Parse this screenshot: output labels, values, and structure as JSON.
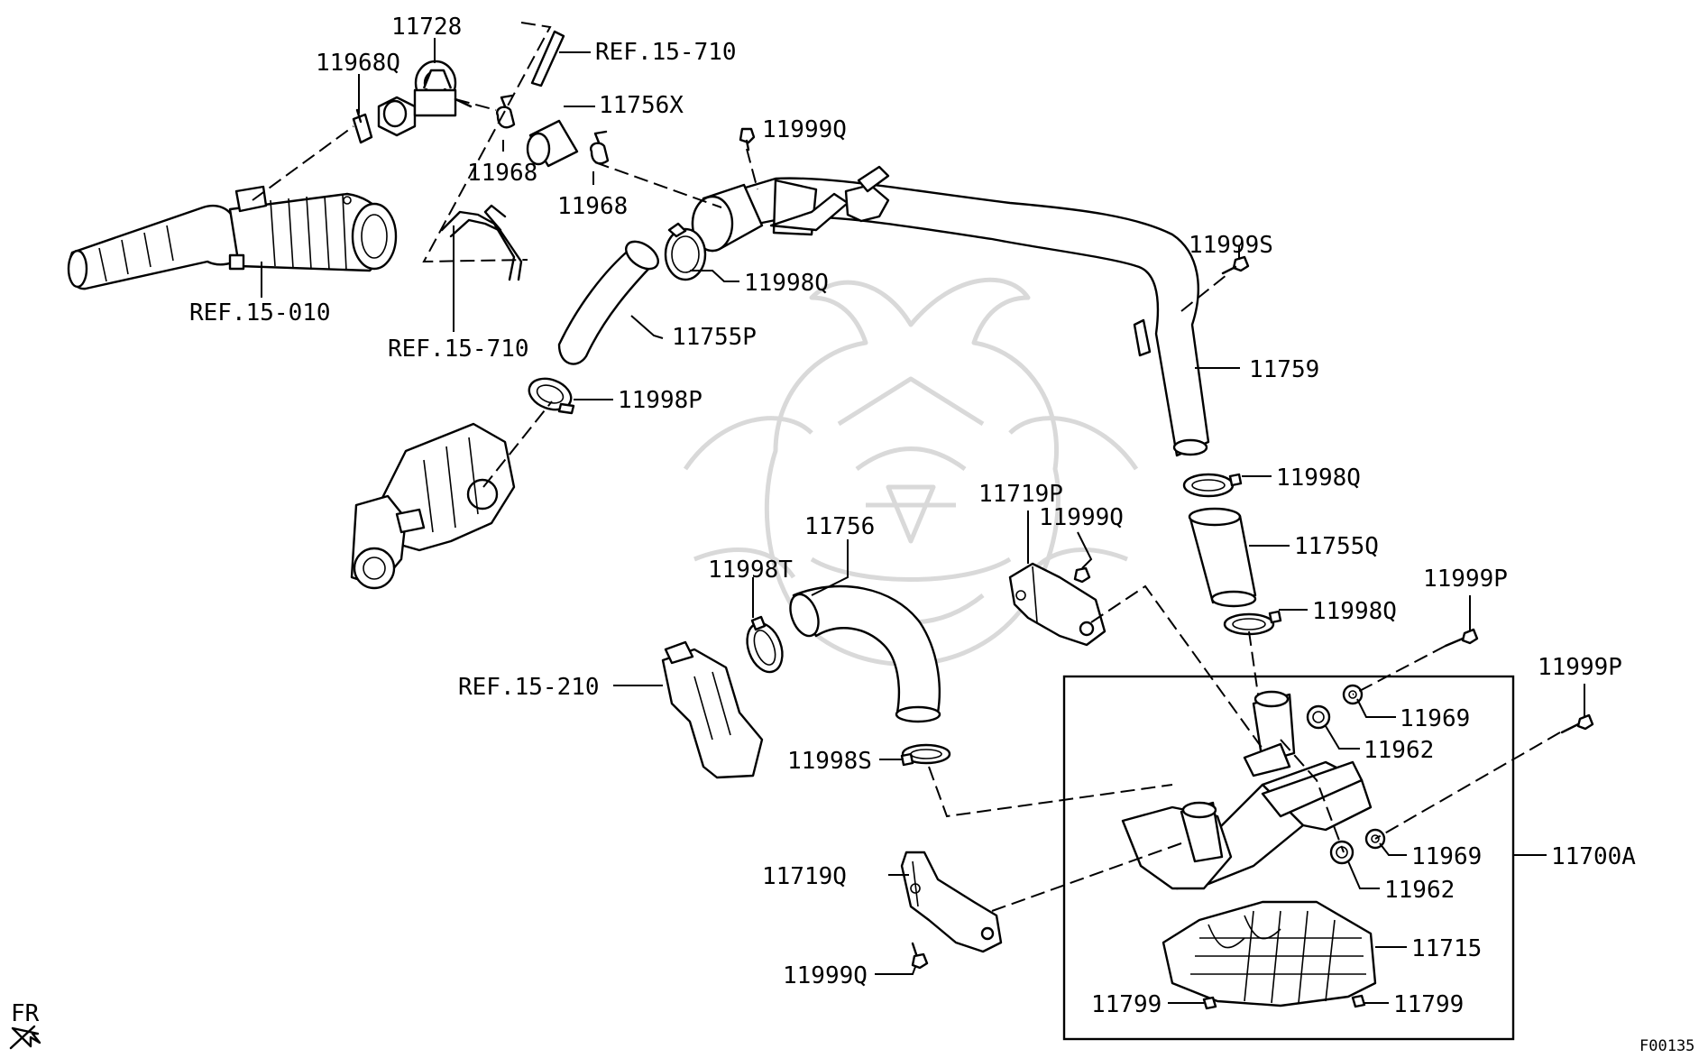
{
  "labels": {
    "p11728": "11728",
    "p11968Q": "11968Q",
    "ref15710_top": "REF.15-710",
    "p11756X": "11756X",
    "p11999Q_top": "11999Q",
    "p11968_a": "11968",
    "p11968_b": "11968",
    "ref15010": "REF.15-010",
    "ref15710_mid": "REF.15-710",
    "p11998Q_top": "11998Q",
    "p11999S": "11999S",
    "p11755P": "11755P",
    "p11759": "11759",
    "p11998P": "11998P",
    "p11998Q_mid": "11998Q",
    "p11719P": "11719P",
    "p11999Q_mid": "11999Q",
    "p11756": "11756",
    "p11755Q": "11755Q",
    "p11998T": "11998T",
    "p11999P_a": "11999P",
    "p11998Q_low": "11998Q",
    "ref15210": "REF.15-210",
    "p11999P_b": "11999P",
    "p11969_a": "11969",
    "p11962_a": "11962",
    "p11998S": "11998S",
    "p11719Q": "11719Q",
    "p11969_b": "11969",
    "p11700A": "11700A",
    "p11962_b": "11962",
    "p11715": "11715",
    "p11999Q_low": "11999Q",
    "p11799_a": "11799",
    "p11799_b": "11799"
  },
  "corner": {
    "fr": "FR",
    "code": "F00135"
  }
}
